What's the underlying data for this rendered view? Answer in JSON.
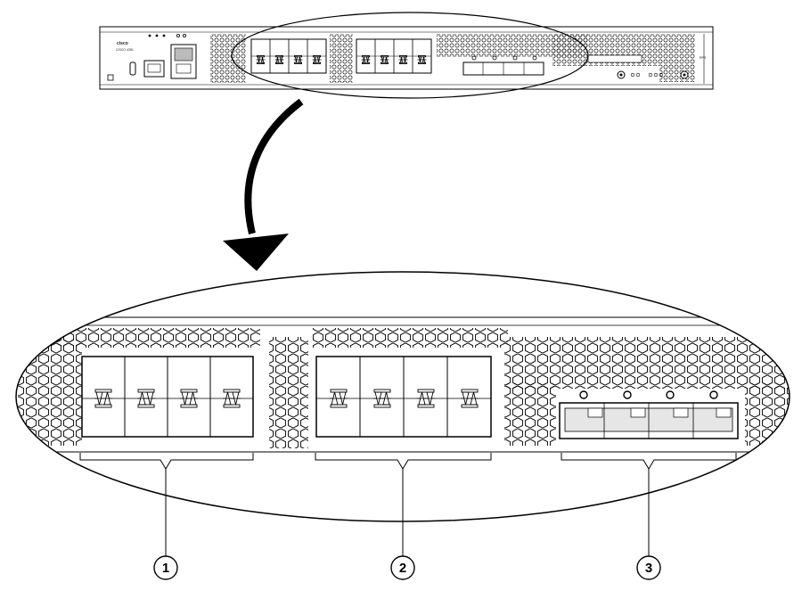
{
  "device": {
    "brand": "cisco",
    "model": "CISCO 4351",
    "label_rps": "RPS"
  },
  "callouts": [
    {
      "number": "1",
      "target": "sfp-group-1"
    },
    {
      "number": "2",
      "target": "sfp-group-2"
    },
    {
      "number": "3",
      "target": "qsfp-group"
    }
  ],
  "colors": {
    "stroke": "#000000",
    "fill_light": "#ffffff",
    "hex_fill": "#ffffff"
  }
}
